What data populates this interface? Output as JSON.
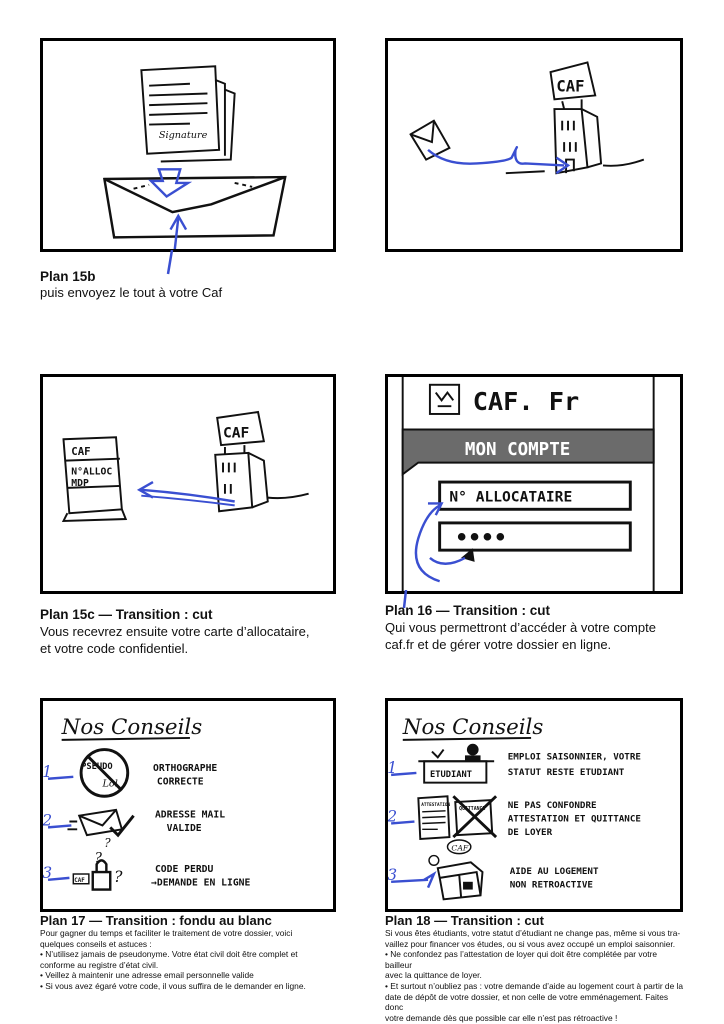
{
  "plans": [
    {
      "id": "15b",
      "title": "Plan 15b",
      "lines": [
        "puis envoyez le tout à votre Caf"
      ],
      "sketch": {
        "signature": "Signature"
      }
    },
    {
      "id": "15b-right",
      "sketch": {
        "building_sign": "CAF"
      }
    },
    {
      "id": "15c",
      "title": "Plan 15c — Transition : cut",
      "lines": [
        "Vous recevrez ensuite votre carte d’allocataire,",
        "et votre code confidentiel."
      ],
      "sketch": {
        "card_caf": "CAF",
        "card_alloc": "N°ALLOC",
        "card_mdp": "MDP",
        "building_sign": "CAF"
      }
    },
    {
      "id": "16",
      "title": "Plan 16 — Transition : cut",
      "lines": [
        "Qui vous permettront d’accéder à votre compte",
        "caf.fr et de gérer votre dossier en ligne."
      ],
      "sketch": {
        "site": "CAF. Fr",
        "account": "MON COMPTE",
        "field": "N° ALLOCATAIRE",
        "password": "••••"
      }
    },
    {
      "id": "17",
      "title": "Plan 17 — Transition : fondu au blanc",
      "lines": [
        "Pour gagner du temps et faciliter le traitement de votre dossier, voici",
        "quelques conseils et astuces :",
        "•  N’utilisez jamais de pseudonyme. Votre état civil doit être complet et",
        "   conforme au registre d’état civil.",
        "•  Veillez à maintenir une adresse email personnelle valide",
        "•  Si vous avez égaré votre code, il vous suffira de le demander en ligne."
      ],
      "sketch": {
        "heading": "Nos Conseils",
        "num1": "1",
        "num2": "2",
        "num3": "3",
        "pseudo": "PSEUDO",
        "lol": "Lol",
        "t1a": "ORTHOGRAPHE",
        "t1b": "CORRECTE",
        "t2a": "ADRESSE MAIL",
        "t2b": "VALIDE",
        "t3a": "CODE PERDU",
        "t3b": "→DEMANDE EN LIGNE",
        "lock_caf": "CAF"
      }
    },
    {
      "id": "18",
      "title": "Plan 18  — Transition : cut",
      "lines": [
        "Si vous êtes étudiants, votre statut d’étudiant ne change pas, même si vous tra-",
        "vaillez pour financer vos études, ou si vous avez occupé un emploi saisonnier.",
        "•   Ne confondez pas l’attestation de loyer qui doit être complétée par votre bailleur",
        "avec la quittance de loyer.",
        "•   Et surtout n’oubliez pas : votre demande d’aide au logement court à partir de la",
        "date de dépôt de votre dossier, et non celle de votre emménagement. Faites donc",
        "votre demande dès que possible car elle n’est pas rétroactive !"
      ],
      "sketch": {
        "heading": "Nos Conseils",
        "num1": "1",
        "num2": "2",
        "num3": "3",
        "desk": "ETUDIANT",
        "t1a": "EMPLOI SAISONNIER, VOTRE",
        "t1b": "STATUT RESTE ETUDIANT",
        "t2a": "NE PAS CONFONDRE",
        "t2b": "ATTESTATION ET QUITTANCE",
        "t2c": "DE LOYER",
        "doc_a": "ATTESTATION",
        "doc_b": "QUITTANCE",
        "bubble": "CAF",
        "t3a": "AIDE AU LOGEMENT",
        "t3b": "NON RETROACTIVE"
      }
    }
  ]
}
